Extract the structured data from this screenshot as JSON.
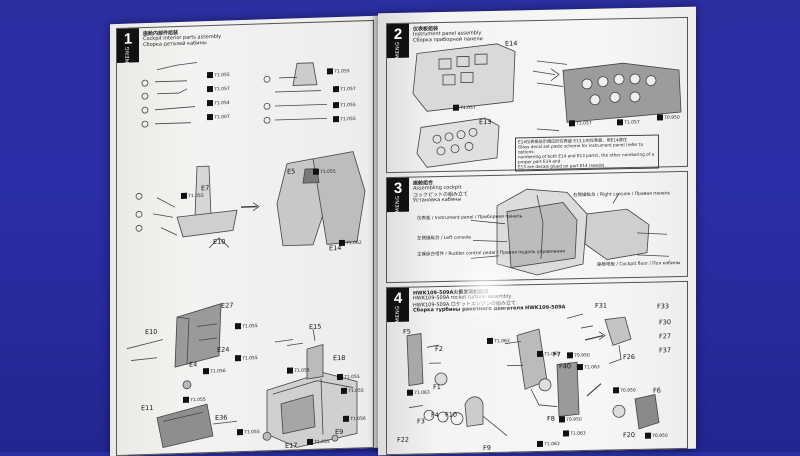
{
  "photo": {
    "subject": "",
    "colors": {
      "background": "#2b2ea6",
      "paper": "#f1f1ef",
      "ink": "#111111"
    }
  },
  "left_page": {
    "step1": {
      "number": "1",
      "brand": "MENG",
      "title_lines": [
        "座舱内部件组装",
        "Cockpit interior parts assembly",
        "Сборка деталей кабины"
      ],
      "parts": [
        {
          "id": "E7"
        },
        {
          "id": "E5"
        },
        {
          "id": "E10"
        },
        {
          "id": "E27"
        },
        {
          "id": "E24"
        },
        {
          "id": "E4"
        },
        {
          "id": "E11"
        },
        {
          "id": "E36"
        },
        {
          "id": "E15"
        },
        {
          "id": "E18"
        },
        {
          "id": "E9"
        },
        {
          "id": "E17"
        },
        {
          "id": "E14"
        }
      ],
      "paint_refs": [
        "71.055",
        "71.057",
        "71.054",
        "71.007",
        "71.055",
        "71.057",
        "71.055",
        "71.055",
        "71.055",
        "71.055",
        "71.062",
        "71.055",
        "71.056",
        "71.055",
        "71.055",
        "71.055",
        "71.055",
        "71.055",
        "71.055",
        "71.056",
        "71.055"
      ]
    }
  },
  "right_page": {
    "step2": {
      "number": "2",
      "brand": "MENG",
      "title_lines": [
        "仪表板组装",
        "Instrument panel assembly",
        "Сборка приборной панели"
      ],
      "parts": [
        {
          "id": "E14"
        },
        {
          "id": "E13"
        }
      ],
      "paint_refs": [
        "71.057",
        "71.057",
        "70.950",
        "71.057"
      ],
      "note_lines": [
        "E14仪表板贴示相应的仪表盘 E13上的仪表盘，用E14遮住",
        "Glass decal set paste scheme for instrument panel (refer to options:",
        "numbering of both E14 and E13 parts), the other numbering of a proper part E14 and",
        "E13 are decals glued on part E14 (seeds).",
        "E14 の計器盤 ... ",
        "Для приборной панели, наклейки на E14 и фотографические ... для E13 ..."
      ]
    },
    "step3": {
      "number": "3",
      "brand": "MENG",
      "title_lines": [
        "座舱组合",
        "Assembling cockpit",
        "コックピットの組み立て",
        "Установка кабины"
      ],
      "captions": [
        "仪表板 / Instrument panel / Приборная панель",
        "左侧操纵台 / Left console",
        "右侧操纵台 / Right console / Правая панель",
        "主操纵台组件 / Rudder control pedal / Правая педаль управления",
        "座舱地板 / Cockpit floor / Пол кабины"
      ]
    },
    "step4": {
      "number": "4",
      "brand": "MENG",
      "title_lines": [
        "HWK109-509A火箭发动机组装",
        "HWK109-509A rocket turbine assembly",
        "HWK109-509A ロケットエンジンの組み立て",
        "Сборка турбины ракетного двигателя HWK109-509A"
      ],
      "parts": [
        {
          "id": "F5"
        },
        {
          "id": "F2"
        },
        {
          "id": "F1"
        },
        {
          "id": "F3"
        },
        {
          "id": "F4"
        },
        {
          "id": "F10"
        },
        {
          "id": "F22"
        },
        {
          "id": "F9"
        },
        {
          "id": "F7"
        },
        {
          "id": "F40"
        },
        {
          "id": "F8"
        },
        {
          "id": "F31"
        },
        {
          "id": "F33"
        },
        {
          "id": "F30"
        },
        {
          "id": "F27"
        },
        {
          "id": "F26"
        },
        {
          "id": "F37"
        },
        {
          "id": "F6"
        },
        {
          "id": "F20"
        }
      ],
      "paint_refs": [
        "71.063",
        "71.063",
        "71.063",
        "70.950",
        "71.063",
        "70.950",
        "71.063",
        "71.063",
        "70.950",
        "70.950"
      ]
    }
  }
}
